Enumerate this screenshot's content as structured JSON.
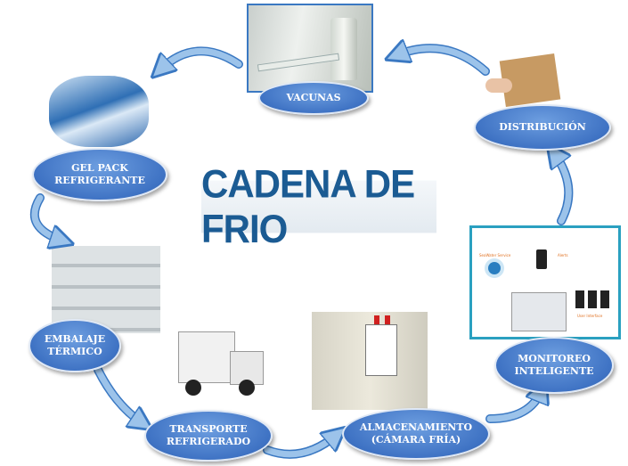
{
  "title": "CADENA DE FRIO",
  "nodes": {
    "vacunas": "VACUNAS",
    "distribucion": "DISTRIBUCIÓN",
    "gel_pack": [
      "GEL PACK",
      "REFRIGERANTE"
    ],
    "embalaje": [
      "EMBALAJE",
      "TÉRMICO"
    ],
    "transporte": [
      "TRANSPORTE",
      "REFRIGERADO"
    ],
    "almacenamiento": [
      "ALMACENAMIENTO",
      "(CÁMARA FRÍA)"
    ],
    "monitoreo": [
      "MONITOREO",
      "INTELIGENTE"
    ]
  },
  "monitoring_image": {
    "service": "SeaWater Service",
    "alerts": "Alerts",
    "ui": "User Interface"
  },
  "colors": {
    "node": "#3f73c4",
    "arrow_fill": "#9cc3ea",
    "arrow_stroke": "#3a78c2",
    "title": "#1b5b93"
  }
}
